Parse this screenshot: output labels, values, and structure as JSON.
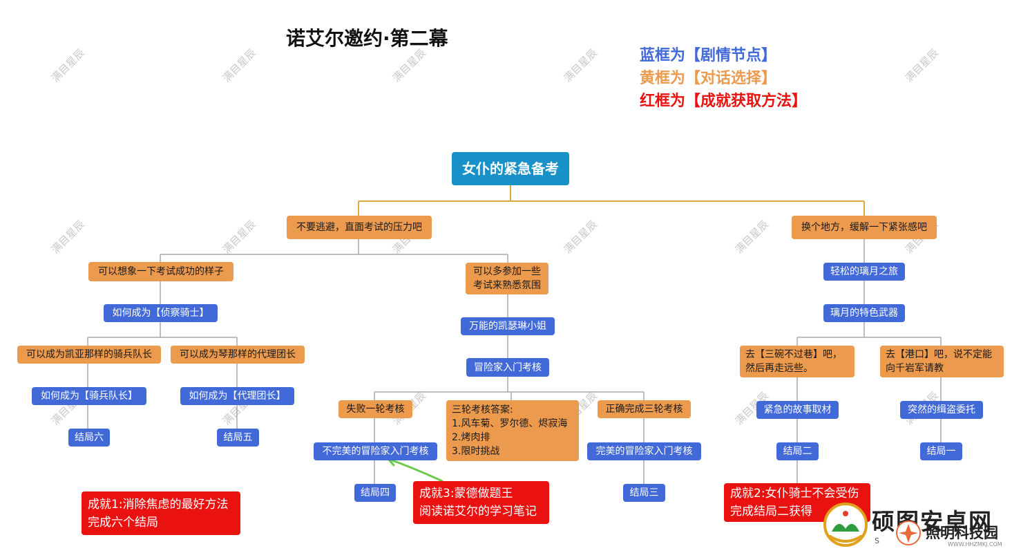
{
  "title": "诺艾尔邀约·第二幕",
  "legend": {
    "blue": "蓝框为【剧情节点】",
    "yellow": "黄框为【对话选择】",
    "red": "红框为【成就获取方法】",
    "blue_color": "#4169d8",
    "yellow_color": "#ec9a4e",
    "red_color": "#ea1111"
  },
  "watermark": "满目星辰",
  "nodes": {
    "root": "女仆的紧急备考",
    "c_left": "不要逃避，直面考试的压力吧",
    "c_right": "换个地方，缓解一下紧张感吧",
    "c_ll": "可以想象一下考试成功的样子",
    "c_lr_1": "可以多参加一些",
    "c_lr_2": "考试来熟悉氛围",
    "scout": "如何成为【侦察骑士】",
    "c_cav": "可以成为凯亚那样的骑兵队长",
    "c_act": "可以成为琴那样的代理团长",
    "cav": "如何成为【骑兵队长】",
    "act": "如何成为【代理团长】",
    "end6": "结局六",
    "end5": "结局五",
    "catherine": "万能的凯瑟琳小姐",
    "exam": "冒险家入门考核",
    "c_fail": "失败一轮考核",
    "answers_title": "三轮考核答案:",
    "answers_1": "1.风车菊、罗尔德、烬寂海",
    "answers_2": "2.烤肉排",
    "answers_3": "3.限时挑战",
    "c_correct": "正确完成三轮考核",
    "imperfect": "不完美的冒险家入门考核",
    "perfect": "完美的冒险家入门考核",
    "end4": "结局四",
    "end3": "结局三",
    "liyue_trip": "轻松的璃月之旅",
    "liyue_weapon": "璃月的特色武器",
    "c_bowls_1": "去【三碗不过巷】吧，",
    "c_bowls_2": "然后再走远些。",
    "c_port_1": "去【港口】吧，说不定能",
    "c_port_2": "向千岩军请教",
    "story": "紧急的故事取材",
    "thief": "突然的缉盗委托",
    "end2": "结局二",
    "end1": "结局一"
  },
  "achievements": {
    "a1_1": "成就1:消除焦虑的最好方法",
    "a1_2": "完成六个结局",
    "a3_1": "成就3:蒙德做题王",
    "a3_2": "阅读诺艾尔的学习笔记",
    "a2_1": "成就2:女仆骑士不会受伤",
    "a2_2": "完成结局二获得"
  },
  "logos": {
    "logo1_text": "硕图安卓网",
    "logo1_sub": "S",
    "logo2_text": "照明科技园",
    "logo2_sub": "WWW.HHZMKJ.COM"
  }
}
